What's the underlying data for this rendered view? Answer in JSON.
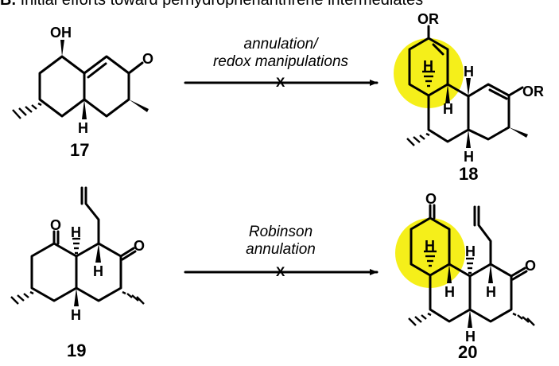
{
  "header": {
    "label": "B.",
    "text": "Initial efforts toward perhydrophenanthrene intermediates"
  },
  "reactions": [
    {
      "line1": "annulation/",
      "line2": "redox manipulations",
      "failed_mark": "X"
    },
    {
      "line1": "Robinson",
      "line2": "annulation",
      "failed_mark": "X"
    }
  ],
  "compounds": {
    "c17": "17",
    "c18": "18",
    "c19": "19",
    "c20": "20"
  },
  "atoms": {
    "oh": "OH",
    "o": "O",
    "or": "OR",
    "h": "H"
  },
  "colors": {
    "highlight": "#f5ef1a"
  }
}
